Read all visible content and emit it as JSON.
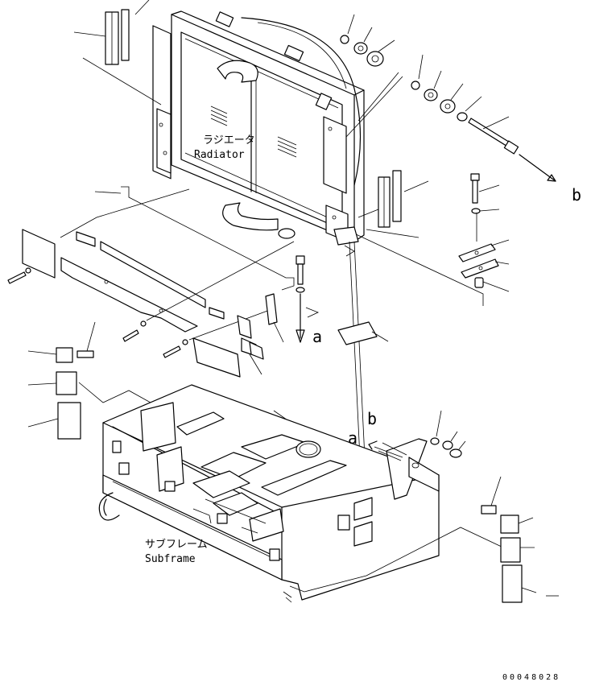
{
  "labels": {
    "radiator_jp": "ラジエータ",
    "radiator_en": "Radiator",
    "subframe_jp": "サブフレーム",
    "subframe_en": "Subframe"
  },
  "callouts": {
    "a_upper": "a",
    "a_lower": "a",
    "b_upper": "b",
    "b_lower": "b"
  },
  "drawing_code": "00048028",
  "colors": {
    "ink": "#000000",
    "paper": "#ffffff"
  }
}
